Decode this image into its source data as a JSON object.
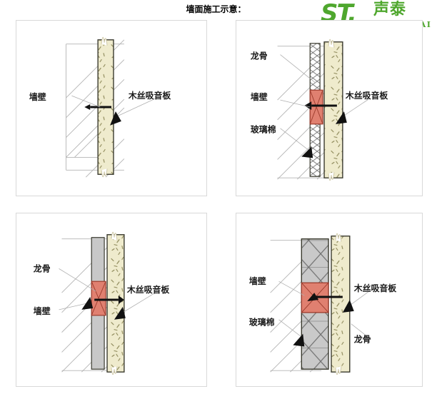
{
  "header": {
    "title": "墙面施工示意：",
    "logo": {
      "mark": "ST.",
      "chinese": "声泰",
      "pinyin": "SHENGTAI",
      "color": "#4fa72e"
    }
  },
  "palette": {
    "wood_wool_panel": "#efebcd",
    "wood_wool_fleck": "#8a8555",
    "keel_block": "#e08070",
    "keel_block_stroke": "#9c3b2c",
    "glass_wool_fill": "#c9c9c9",
    "glass_wool_stroke": "#6e6e6e",
    "gray_layer": "#c8c8c8",
    "wall_hatch": "#b4b4b4",
    "outline": "#3a3a2e",
    "panel_border": "#d9d9d9",
    "leader_line": "#b0b0b0",
    "arrow": "#111111"
  },
  "panels": [
    {
      "id": "panel-direct-mount",
      "layers": [
        "wall",
        "wood-wool-panel"
      ],
      "labels": [
        {
          "text": "墙壁",
          "side": "left"
        },
        {
          "text": "木丝吸音板",
          "side": "right"
        }
      ]
    },
    {
      "id": "panel-keel-thin-glasswool",
      "layers": [
        "wall",
        "glass-wool-thin",
        "keel",
        "wood-wool-panel"
      ],
      "labels": [
        {
          "text": "龙骨",
          "side": "left"
        },
        {
          "text": "墙壁",
          "side": "left"
        },
        {
          "text": "玻璃棉",
          "side": "left"
        },
        {
          "text": "木丝吸音板",
          "side": "right"
        }
      ]
    },
    {
      "id": "panel-keel-gray-layer",
      "layers": [
        "wall",
        "gray-layer",
        "keel",
        "wood-wool-panel"
      ],
      "labels": [
        {
          "text": "龙骨",
          "side": "left"
        },
        {
          "text": "墙壁",
          "side": "left"
        },
        {
          "text": "木丝吸音板",
          "side": "right"
        }
      ]
    },
    {
      "id": "panel-keel-thick-glasswool",
      "layers": [
        "wall",
        "glass-wool-thick",
        "keel",
        "wood-wool-panel"
      ],
      "labels": [
        {
          "text": "墙壁",
          "side": "left"
        },
        {
          "text": "玻璃棉",
          "side": "left"
        },
        {
          "text": "木丝吸音板",
          "side": "right"
        },
        {
          "text": "龙骨",
          "side": "right"
        }
      ]
    }
  ]
}
